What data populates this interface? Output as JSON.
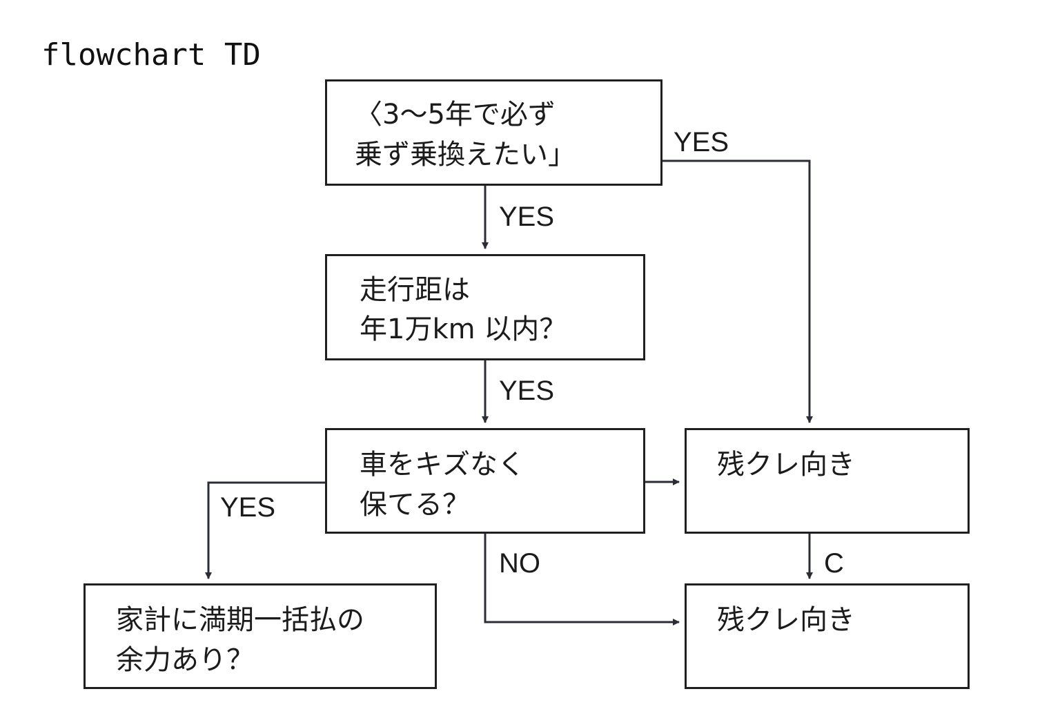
{
  "header": {
    "text": "flowchart TD"
  },
  "nodes": {
    "q1": {
      "lines": [
        "〈3〜5年で必ず",
        "乗ず乗換えたい」"
      ]
    },
    "q2": {
      "lines": [
        "走行距は",
        "年1万km 以内？"
      ]
    },
    "q3": {
      "lines": [
        "車をキズなく",
        "保てる？"
      ]
    },
    "r1": {
      "lines": [
        "残クレ向き"
      ]
    },
    "r2": {
      "lines": [
        "残クレ向き"
      ]
    },
    "q4": {
      "lines": [
        "家計に満期一括払の",
        "余力あり？"
      ]
    }
  },
  "edges": {
    "q1_r1": {
      "label": "YES"
    },
    "q1_q2": {
      "label": "YES"
    },
    "q2_q3": {
      "label": "YES"
    },
    "q3_q4": {
      "label": "YES"
    },
    "q3_r2": {
      "label": "NO"
    },
    "r1_r2": {
      "label": "C"
    },
    "q3_r1": {
      "label": ""
    }
  },
  "colors": {
    "stroke": "#1f1f1f",
    "edge": "#2a2d36",
    "text": "#1b1b1b",
    "background": "#ffffff"
  }
}
